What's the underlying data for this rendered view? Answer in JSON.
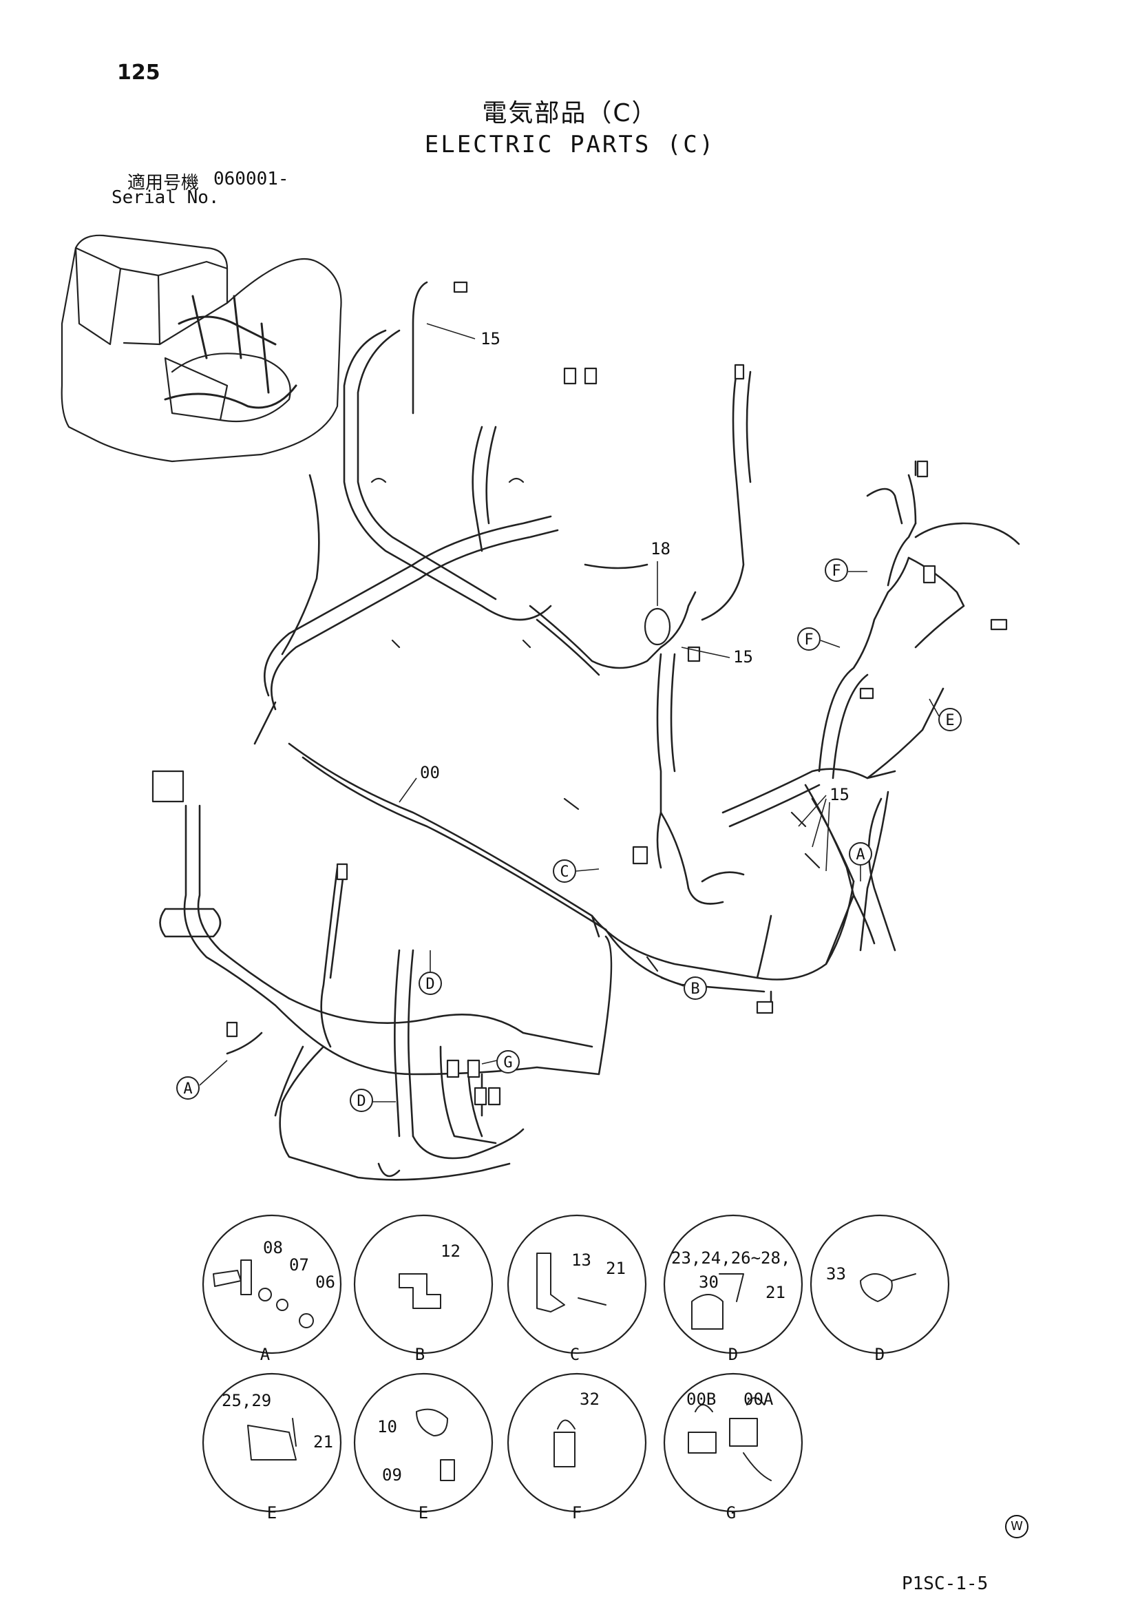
{
  "header": {
    "page_number": "125",
    "title_jp": "電気部品（C）",
    "title_en": "ELECTRIC PARTS (C)",
    "serial_label_jp": "適用号機",
    "serial_value": "060001-",
    "serial_label_en": "Serial No."
  },
  "diagram": {
    "main_labels": {
      "harness": "00",
      "relay": "18",
      "clip_top": "15",
      "clip_right": "15",
      "clip_group": "15"
    },
    "callouts": [
      "A",
      "B",
      "C",
      "D",
      "E",
      "F",
      "G"
    ],
    "details": [
      {
        "letter": "A",
        "parts": [
          "08",
          "07",
          "06"
        ]
      },
      {
        "letter": "B",
        "parts": [
          "12"
        ]
      },
      {
        "letter": "C",
        "parts": [
          "13",
          "21"
        ]
      },
      {
        "letter": "D",
        "parts": [
          "23,24,26~28,",
          "30",
          "21"
        ]
      },
      {
        "letter": "D",
        "parts": [
          "33"
        ]
      },
      {
        "letter": "E",
        "parts": [
          "25,29",
          "21"
        ]
      },
      {
        "letter": "E",
        "parts": [
          "10",
          "09"
        ]
      },
      {
        "letter": "F",
        "parts": [
          "32"
        ]
      },
      {
        "letter": "G",
        "parts": [
          "00B",
          "00A"
        ]
      }
    ]
  },
  "footer": {
    "watermark": "W",
    "page_code": "P1SC-1-5"
  }
}
